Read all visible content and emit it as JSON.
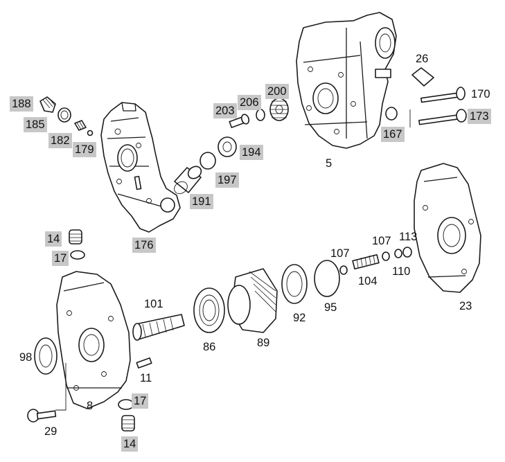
{
  "labels": {
    "l188": "188",
    "l185": "185",
    "l182": "182",
    "l179": "179",
    "l176": "176",
    "l203": "203",
    "l206": "206",
    "l200": "200",
    "l194": "194",
    "l197": "197",
    "l191": "191",
    "l5": "5",
    "l26": "26",
    "l170": "170",
    "l173": "173",
    "l167": "167",
    "l23": "23",
    "l14a": "14",
    "l17a": "17",
    "l101": "101",
    "l86": "86",
    "l89": "89",
    "l92": "92",
    "l95": "95",
    "l107a": "107",
    "l107b": "107",
    "l104": "104",
    "l110": "110",
    "l113": "113",
    "l98": "98",
    "l11": "11",
    "l8": "8",
    "l29": "29",
    "l17b": "17",
    "l14b": "14"
  },
  "highlight_color": "#c7c7c7"
}
